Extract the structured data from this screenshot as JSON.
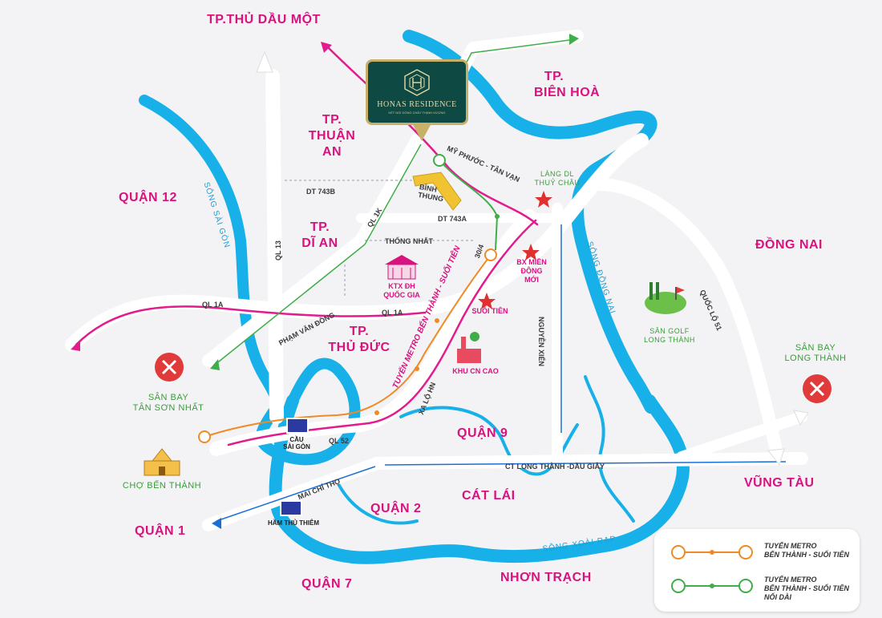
{
  "colors": {
    "river": "#18b0e8",
    "road": "#ffffff",
    "highway_arrow": "#e31b8e",
    "metro_orange": "#f08a24",
    "metro_green": "#3fae49",
    "label_magenta": "#d8127f",
    "logo_bg": "#0e4a43",
    "logo_border": "#c9b06a",
    "background": "#f3f3f5"
  },
  "project": {
    "name": "HONAS RESIDENCE",
    "tagline": "KẾT NỐI DÒNG CHẢY THỊNH VƯỢNG"
  },
  "areas": {
    "thu_dau_mot": "TP.THỦ DẦU MỘT",
    "bien_hoa_1": "TP.",
    "bien_hoa_2": "BIÊN HOÀ",
    "thuan_an_1": "TP.",
    "thuan_an_2": "THUẬN",
    "thuan_an_3": "AN",
    "quan_12": "QUẬN 12",
    "di_an_1": "TP.",
    "di_an_2": "DĨ AN",
    "dong_nai": "ĐỒNG NAI",
    "thu_duc_1": "TP.",
    "thu_duc_2": "THỦ ĐỨC",
    "quan_9": "QUẬN 9",
    "vung_tau": "VŨNG TÀU",
    "quan_2": "QUẬN 2",
    "cat_lai": "CÁT LÁI",
    "quan_1": "QUẬN 1",
    "quan_7": "QUẬN 7",
    "nhon_trach": "NHƠN TRẠCH"
  },
  "roads": {
    "dt743b": "DT 743B",
    "dt743a": "DT 743A",
    "thong_nhat": "THỐNG NHẤT",
    "ql1k": "QL 1K",
    "ql13": "QL 13",
    "ql1a_left": "QL 1A",
    "ql1a_mid": "QL 1A",
    "pham_van_dong": "PHẠM VĂN ĐỒNG",
    "my_phuoc_tan_van": "MỸ PHƯỚC - TÂN VẠN",
    "binh_thung_1": "BÌNH",
    "binh_thung_2": "THUNG",
    "road_30_4": "30/4",
    "nguyen_xien": "NGUYỄN XIỂN",
    "xa_lo_hn": "XA LỘ HN",
    "ql52": "QL 52",
    "ct_long_thanh": "CT LONG THÀNH -DẦU GIÂY",
    "mai_chi_tho": "MAI CHÍ THỌ",
    "quoc_lo_51": "QUỐC LỘ 51"
  },
  "rivers": {
    "song_sai_gon": "SÔNG SÀI GÒN",
    "song_dong_nai": "SÔNG ĐỒNG NAI",
    "song_xoai_rap": "SÔNG XOÀI RẠP"
  },
  "metro_label": "TUYẾN METRO BẾN THÀNH - SUỐI TIÊN",
  "pois": {
    "lang_dl_1": "LÀNG DL",
    "lang_dl_2": "THUỶ CHÂU",
    "bx_1": "BX MIỀN",
    "bx_2": "ĐÔNG",
    "bx_3": "MỚI",
    "suoi_tien": "SUỐI TIÊN",
    "ktx_1": "KTX ĐH",
    "ktx_2": "QUỐC GIA",
    "khu_cn": "KHU CN CAO",
    "golf_1": "SÂN GOLF",
    "golf_2": "LONG THÀNH",
    "tsn_1": "SÂN BAY",
    "tsn_2": "TÂN SƠN NHẤT",
    "lt_1": "SÂN BAY",
    "lt_2": "LONG THÀNH",
    "cho_ben_thanh": "CHỢ BẾN THÀNH",
    "cau_sg_1": "CẦU",
    "cau_sg_2": "SÀI GÒN",
    "ham_thu_thiem": "HẦM THỦ THIÊM"
  },
  "legend": [
    {
      "line1": "TUYẾN METRO",
      "line2": "BẾN THÀNH - SUỐI TIÊN",
      "line3": "",
      "color": "#f08a24"
    },
    {
      "line1": "TUYẾN METRO",
      "line2": "BẾN THÀNH - SUỐI TIÊN",
      "line3": "NỐI DÀI",
      "color": "#3fae49"
    }
  ]
}
